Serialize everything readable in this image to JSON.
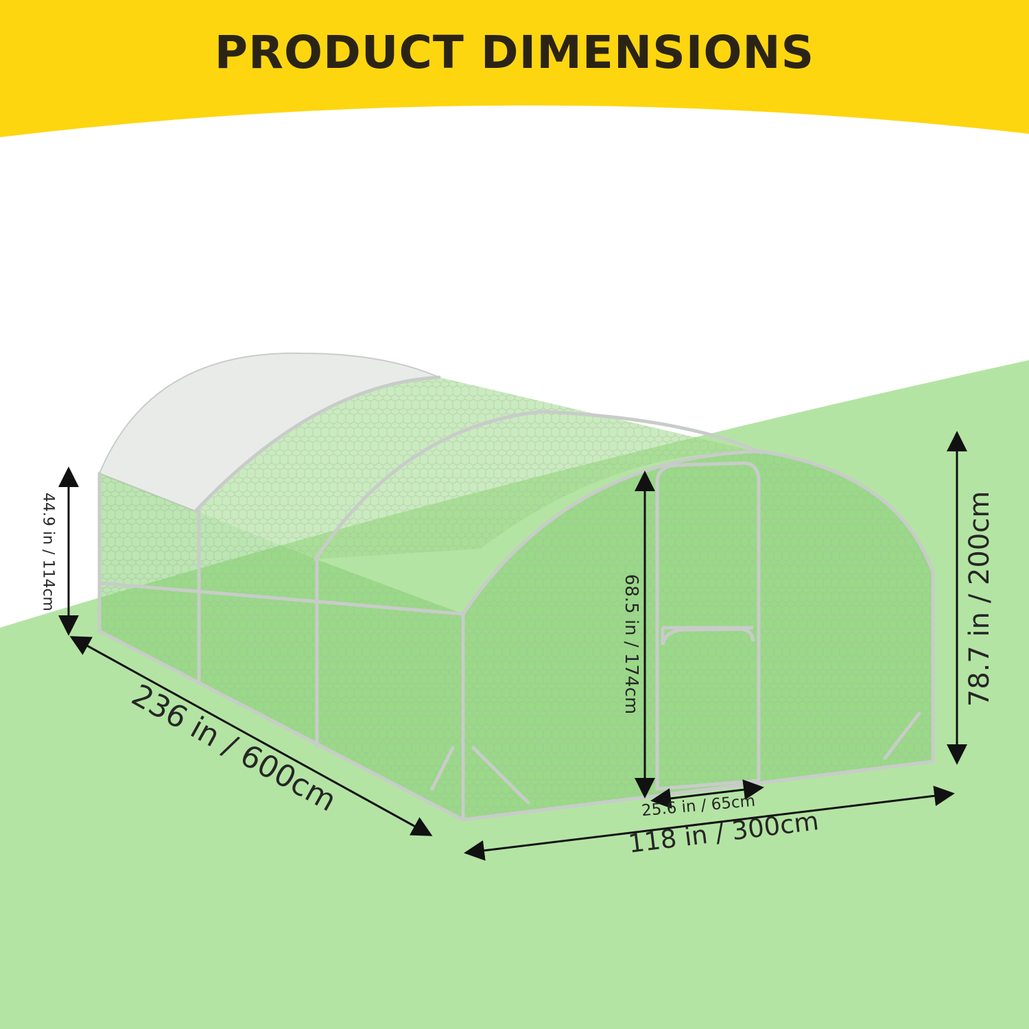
{
  "title": "PRODUCT DIMENSIONS",
  "colors": {
    "banner": "#fdd610",
    "ground": "#b4e4a3",
    "mesh_tint": "#6cc956",
    "frame": "#c8ccc9",
    "cover": "#e9ebe9",
    "text": "#262626"
  },
  "dimensions": {
    "length": "236 in / 600cm",
    "width": "118 in / 300cm",
    "height": "78.7 in / 200cm",
    "door_height": "68.5 in / 174cm",
    "door_width": "25.6 in / 65cm",
    "side_height": "44.9 in / 114cm"
  }
}
